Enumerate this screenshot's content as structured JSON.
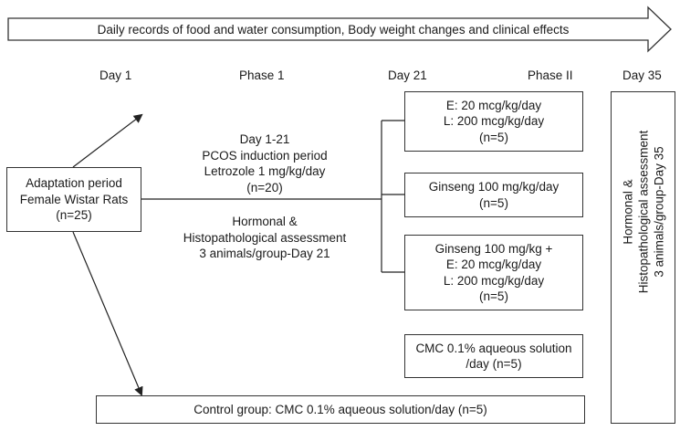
{
  "banner": "Daily records of food and water consumption, Body weight changes and clinical effects",
  "timeline": {
    "day1": "Day 1",
    "phase1": "Phase 1",
    "day21": "Day 21",
    "phase2": "Phase II",
    "day35": "Day 35"
  },
  "adaptation": {
    "line1": "Adaptation period",
    "line2": "Female Wistar Rats",
    "line3": "(n=25)"
  },
  "induction": {
    "line1": "Day 1-21",
    "line2": "PCOS induction period",
    "line3": "Letrozole 1 mg/kg/day",
    "line4": "(n=20)"
  },
  "assessment_day21": {
    "line1": "Hormonal &",
    "line2": "Histopathological assessment",
    "line3": "3 animals/group-Day 21"
  },
  "groups": [
    {
      "lines": [
        "E: 20 mcg/kg/day",
        "L: 200 mcg/kg/day",
        "(n=5)"
      ]
    },
    {
      "lines": [
        "Ginseng 100 mg/kg/day",
        "(n=5)"
      ]
    },
    {
      "lines": [
        "Ginseng 100 mg/kg +",
        "E: 20 mcg/kg/day",
        "L: 200 mcg/kg/day",
        "(n=5)"
      ]
    },
    {
      "lines": [
        "CMC 0.1% aqueous solution",
        "/day (n=5)"
      ]
    }
  ],
  "control": "Control group: CMC 0.1% aqueous solution/day (n=5)",
  "assessment_day35": {
    "line1": "Hormonal &",
    "line2": "Histopathological assessment",
    "line3": "3 animals/group-Day 35"
  }
}
